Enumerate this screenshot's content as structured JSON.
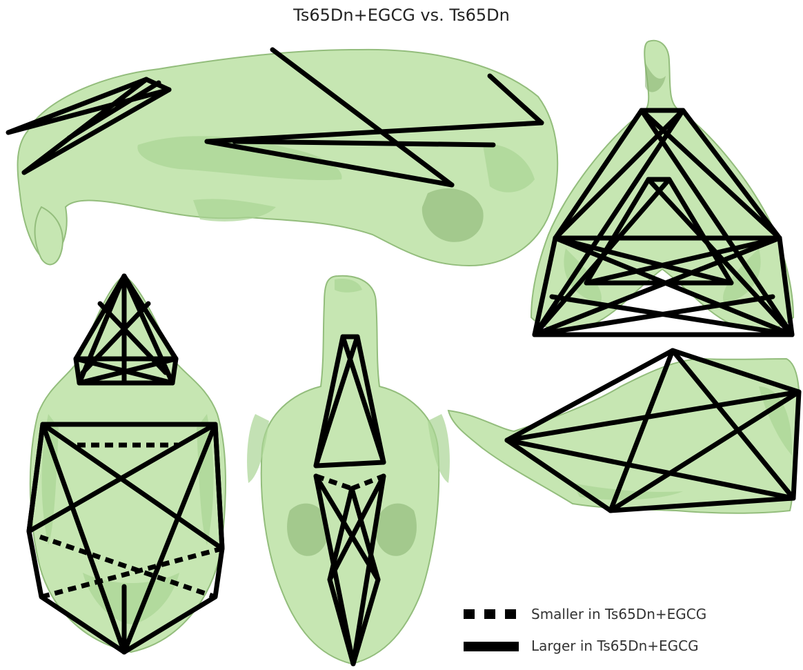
{
  "title": "Ts65Dn+EGCG vs. Ts65Dn",
  "legend": {
    "dashed_label": "Smaller in Ts65Dn+EGCG",
    "solid_label": "Larger in Ts65Dn+EGCG"
  },
  "colors": {
    "skull": "#c6e6b2",
    "line": "#000000"
  }
}
